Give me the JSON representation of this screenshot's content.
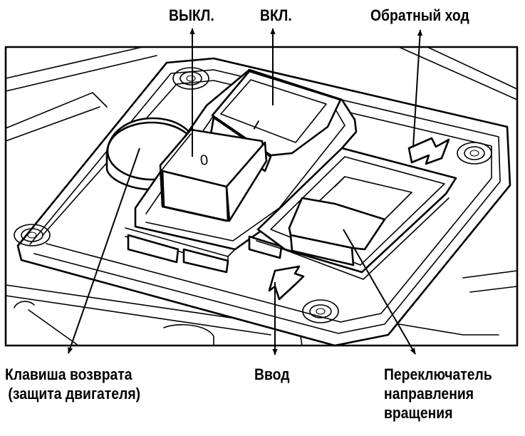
{
  "labels": {
    "off": "ВЫКЛ.",
    "on": "ВКЛ.",
    "reverse": "Обратный ход",
    "reset_line1": "Клавиша возврата",
    "reset_line2": "(защита двигателя)",
    "input": "Ввод",
    "direction_line1": "Переключатель",
    "direction_line2": "направления",
    "direction_line3": "вращения"
  },
  "switch_marks": {
    "off_symbol": "0",
    "on_symbol": "I"
  }
}
